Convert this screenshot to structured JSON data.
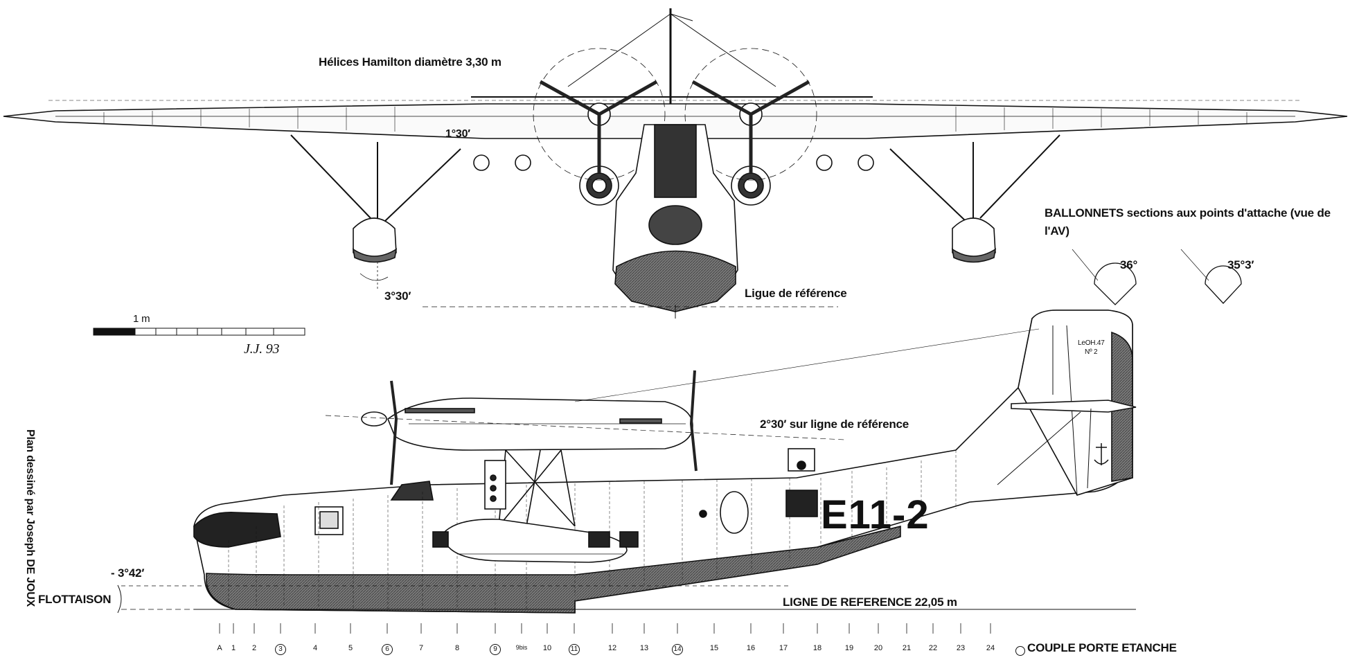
{
  "labels": {
    "propellers": "Hélices Hamilton diamètre 3,30 m",
    "dihedral": "1°30′",
    "float_angle": "3°30′",
    "reference_line": "Ligue de référence",
    "floats_title": "BALLONNETS sections aux points d'attache (vue de l'AV)",
    "float_angle_left": "36°",
    "float_angle_right": "35°3′",
    "scale_label": "1 m",
    "signature": "J.J. 93",
    "registration": "E11-2",
    "fin_text_1": "LeOH.47",
    "fin_text_2": "Nº 2",
    "incidence": "2°30′ sur ligne de référence",
    "waterline_angle": "- 3°42′",
    "waterline": "FLOTTAISON",
    "reference_length": "LIGNE DE REFERENCE 22,05 m",
    "credit": "Plan dessiné par Joseph DE JOUX",
    "frame_legend": "COUPLE PORTE ETANCHE"
  },
  "frames": [
    "A",
    "1",
    "2",
    "3",
    "4",
    "5",
    "6",
    "7",
    "8",
    "9",
    "9bis",
    "10",
    "11",
    "12",
    "13",
    "14",
    "15",
    "16",
    "17",
    "18",
    "19",
    "20",
    "21",
    "22",
    "23",
    "24"
  ],
  "watertight_frames": [
    "3",
    "6",
    "9",
    "11",
    "14"
  ],
  "colors": {
    "ink": "#111111",
    "hull_shade": "#6e6e6e",
    "light_shade": "#cfcfcf"
  }
}
